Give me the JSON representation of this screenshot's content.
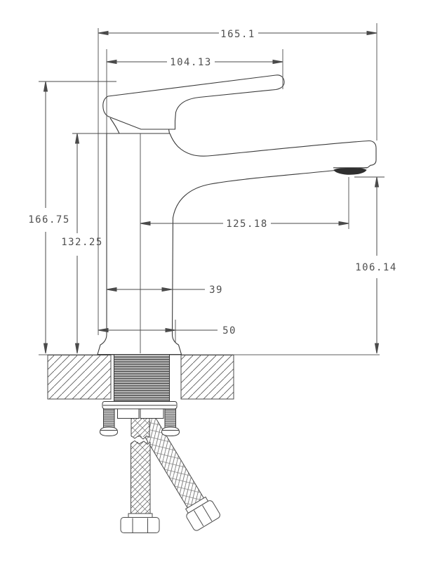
{
  "drawing": {
    "kind": "technical-drawing",
    "subject": "basin mixer faucet side elevation with mounting hardware and supply hoses",
    "dimensions": {
      "overall_length": "165.1",
      "handle_length": "104.13",
      "overall_height": "166.75",
      "body_height": "132.25",
      "spout_reach": "125.18",
      "spout_outlet_height": "106.14",
      "body_width": "39",
      "base_width": "50"
    },
    "colors": {
      "outline": "#3a3a3a",
      "dimension_line": "#4a4a4a",
      "text": "#4f4f4f",
      "background": "#ffffff"
    }
  }
}
